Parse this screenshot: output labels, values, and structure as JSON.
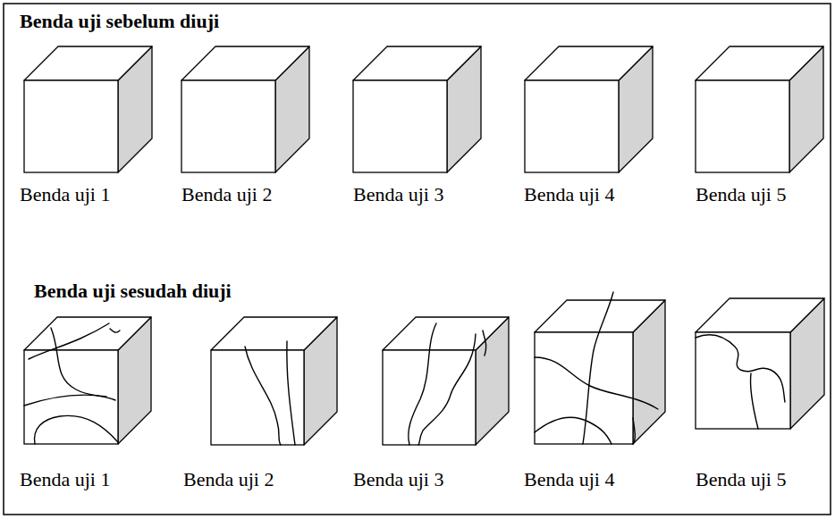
{
  "diagram": {
    "nodes": [
      {
        "text": [
          "Benda uji 1"
        ]
      },
      {
        "text": [
          "Benda uji 2"
        ]
      },
      {
        "text": [
          "Benda uji 3"
        ]
      },
      {
        "text": [
          "Benda uji 4"
        ]
      },
      {
        "text": [
          "Benda uji 5"
        ]
      },
      {
        "text": [
          "Benda uji 1"
        ]
      },
      {
        "text": [
          "Benda uji 2"
        ]
      },
      {
        "text": [
          "Benda uji 3"
        ]
      },
      {
        "text": [
          "Benda uji 4"
        ]
      },
      {
        "text": [
          "Benda uji 5"
        ]
      }
    ],
    "labels": [
      "Benda uji sebelum diuji",
      "Benda uji sesudah diuji"
    ]
  }
}
